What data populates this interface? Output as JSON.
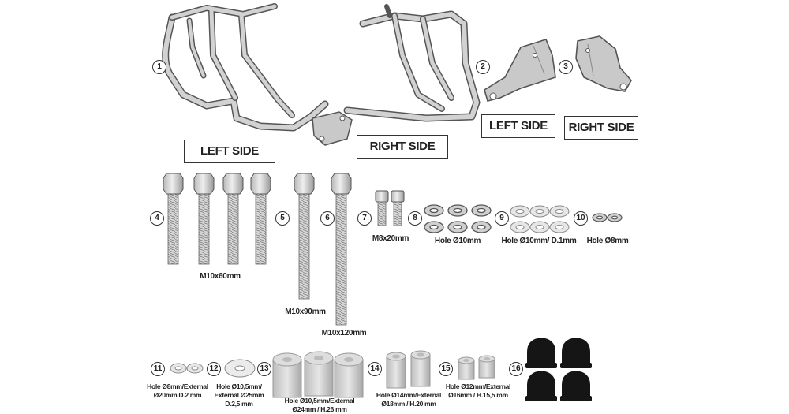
{
  "parts": [
    {
      "num": "1"
    },
    {
      "num": "2"
    },
    {
      "num": "3"
    },
    {
      "num": "4"
    },
    {
      "num": "5"
    },
    {
      "num": "6"
    },
    {
      "num": "7"
    },
    {
      "num": "8"
    },
    {
      "num": "9"
    },
    {
      "num": "10"
    },
    {
      "num": "11"
    },
    {
      "num": "12"
    },
    {
      "num": "13"
    },
    {
      "num": "14"
    },
    {
      "num": "15"
    },
    {
      "num": "16"
    }
  ],
  "side_labels": {
    "left_main": "LEFT SIDE",
    "right_main": "RIGHT SIDE",
    "left_bracket": "LEFT SIDE",
    "right_bracket": "RIGHT SIDE"
  },
  "labels": {
    "bolt_m10x60": "M10x60mm",
    "bolt_m10x90": "M10x90mm",
    "bolt_m10x120": "M10x120mm",
    "bolt_m8x20": "M8x20mm",
    "nut_hole10": "Hole Ø10mm",
    "washer_hole10": "Hole Ø10mm/ D.1mm",
    "nut_hole8": "Hole Ø8mm",
    "washer11_line1": "Hole Ø8mm/External",
    "washer11_line2": "Ø20mm D.2 mm",
    "washer12_line1": "Hole Ø10,5mm/",
    "washer12_line2": "External Ø25mm",
    "washer12_line3": "D.2,5 mm",
    "spacer13_line1": "Hole Ø10,5mm/External",
    "spacer13_line2": "Ø24mm / H.26 mm",
    "spacer14_line1": "Hole Ø14mm/External",
    "spacer14_line2": "Ø18mm / H.20 mm",
    "spacer15_line1": "Hole Ø12mm/External",
    "spacer15_line2": "Ø16mm / H.15,5 mm"
  },
  "colors": {
    "metal_fill": "#c9c9c9",
    "metal_stroke": "#555555",
    "cap_black": "#151515"
  }
}
